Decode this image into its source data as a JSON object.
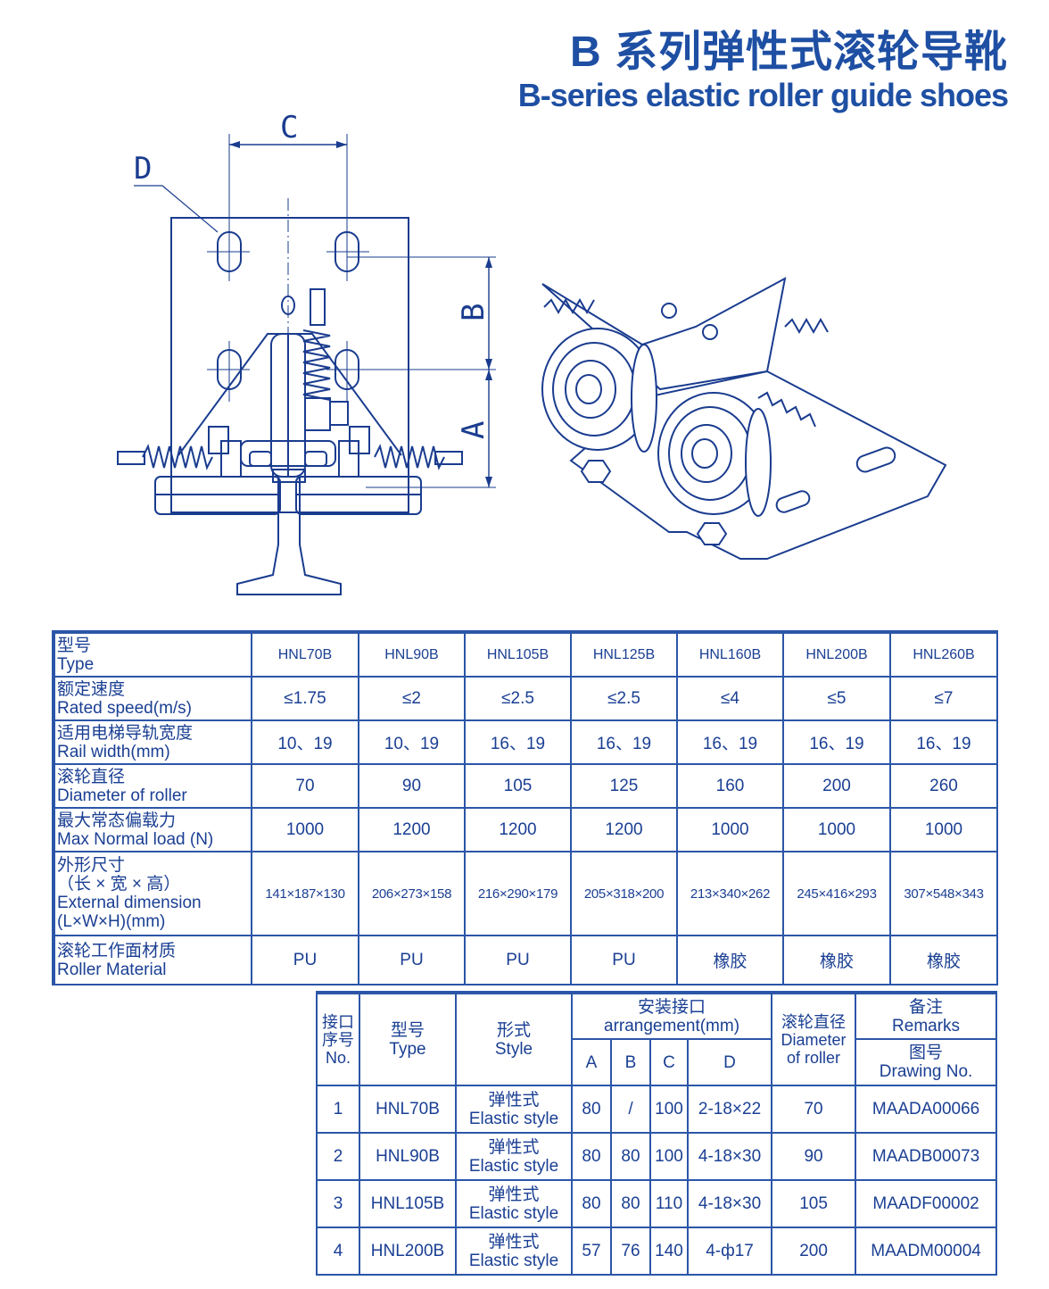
{
  "title": {
    "cn": "B 系列弹性式滚轮导靴",
    "en": "B-series elastic roller guide shoes"
  },
  "dimension_labels": {
    "A": "A",
    "B": "B",
    "C": "C",
    "D": "D"
  },
  "colors": {
    "accent": "#1e4fa3",
    "line": "#2b56a8",
    "drawing": "#1a3c8f"
  },
  "spec_table": {
    "models": [
      "HNL70B",
      "HNL90B",
      "HNL105B",
      "HNL125B",
      "HNL160B",
      "HNL200B",
      "HNL260B"
    ],
    "rows": [
      {
        "label_cn": "型号",
        "label_en": "Type",
        "values": [
          "HNL70B",
          "HNL90B",
          "HNL105B",
          "HNL125B",
          "HNL160B",
          "HNL200B",
          "HNL260B"
        ]
      },
      {
        "label_cn": "额定速度",
        "label_en": "Rated speed(m/s)",
        "values": [
          "≤1.75",
          "≤2",
          "≤2.5",
          "≤2.5",
          "≤4",
          "≤5",
          "≤7"
        ]
      },
      {
        "label_cn": "适用电梯导轨宽度",
        "label_en": "Rail width(mm)",
        "values": [
          "10、19",
          "10、19",
          "16、19",
          "16、19",
          "16、19",
          "16、19",
          "16、19"
        ]
      },
      {
        "label_cn": "滚轮直径",
        "label_en": "Diameter of roller",
        "values": [
          "70",
          "90",
          "105",
          "125",
          "160",
          "200",
          "260"
        ]
      },
      {
        "label_cn": "最大常态偏载力",
        "label_en": "Max Normal load (N)",
        "values": [
          "1000",
          "1200",
          "1200",
          "1200",
          "1000",
          "1000",
          "1000"
        ]
      },
      {
        "label_cn": "外形尺寸",
        "label_cn2": "（长 × 宽 × 高）",
        "label_en": "External dimension",
        "label_en2": "(L×W×H)(mm)",
        "values": [
          "141×187×130",
          "206×273×158",
          "216×290×179",
          "205×318×200",
          "213×340×262",
          "245×416×293",
          "307×548×343"
        ]
      },
      {
        "label_cn": "滚轮工作面材质",
        "label_en": "Roller  Material",
        "values": [
          "PU",
          "PU",
          "PU",
          "PU",
          "橡胶",
          "橡胶",
          "橡胶"
        ]
      }
    ]
  },
  "install_table": {
    "headers": {
      "no_cn1": "接口",
      "no_cn2": "序号",
      "no_en": "No.",
      "type_cn": "型号",
      "type_en": "Type",
      "style_cn": "形式",
      "style_en": "Style",
      "arr_cn": "安装接口",
      "arr_en": "arrangement(mm)",
      "a": "A",
      "b": "B",
      "c": "C",
      "d": "D",
      "dia_cn": "滚轮直径",
      "dia_en1": "Diameter",
      "dia_en2": "of roller",
      "remarks_cn": "备注",
      "remarks_en": "Remarks",
      "drawing_cn": "图号",
      "drawing_en": "Drawing No."
    },
    "rows": [
      {
        "no": "1",
        "type": "HNL70B",
        "style_cn": "弹性式",
        "style_en": "Elastic style",
        "a": "80",
        "b": "/",
        "c": "100",
        "d": "2-18×22",
        "dia": "70",
        "drawing": "MAADA00066"
      },
      {
        "no": "2",
        "type": "HNL90B",
        "style_cn": "弹性式",
        "style_en": "Elastic style",
        "a": "80",
        "b": "80",
        "c": "100",
        "d": "4-18×30",
        "dia": "90",
        "drawing": "MAADB00073"
      },
      {
        "no": "3",
        "type": "HNL105B",
        "style_cn": "弹性式",
        "style_en": "Elastic style",
        "a": "80",
        "b": "80",
        "c": "110",
        "d": "4-18×30",
        "dia": "105",
        "drawing": "MAADF00002"
      },
      {
        "no": "4",
        "type": "HNL200B",
        "style_cn": "弹性式",
        "style_en": "Elastic style",
        "a": "57",
        "b": "76",
        "c": "140",
        "d": "4-ф17",
        "dia": "200",
        "drawing": "MAADM00004"
      }
    ]
  }
}
